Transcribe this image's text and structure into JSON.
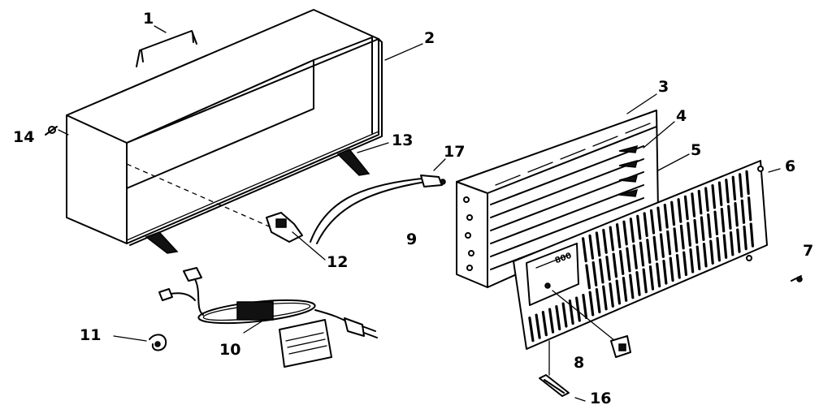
{
  "diagram": {
    "callouts": [
      {
        "id": "1",
        "label": "1"
      },
      {
        "id": "2",
        "label": "2"
      },
      {
        "id": "3",
        "label": "3"
      },
      {
        "id": "4",
        "label": "4"
      },
      {
        "id": "5",
        "label": "5"
      },
      {
        "id": "6",
        "label": "6"
      },
      {
        "id": "7",
        "label": "7"
      },
      {
        "id": "8",
        "label": "8"
      },
      {
        "id": "9",
        "label": "9"
      },
      {
        "id": "10",
        "label": "10"
      },
      {
        "id": "11",
        "label": "11"
      },
      {
        "id": "12",
        "label": "12"
      },
      {
        "id": "13",
        "label": "13"
      },
      {
        "id": "14",
        "label": "14"
      },
      {
        "id": "16",
        "label": "16"
      },
      {
        "id": "17",
        "label": "17"
      }
    ],
    "grille_badge": "800"
  }
}
